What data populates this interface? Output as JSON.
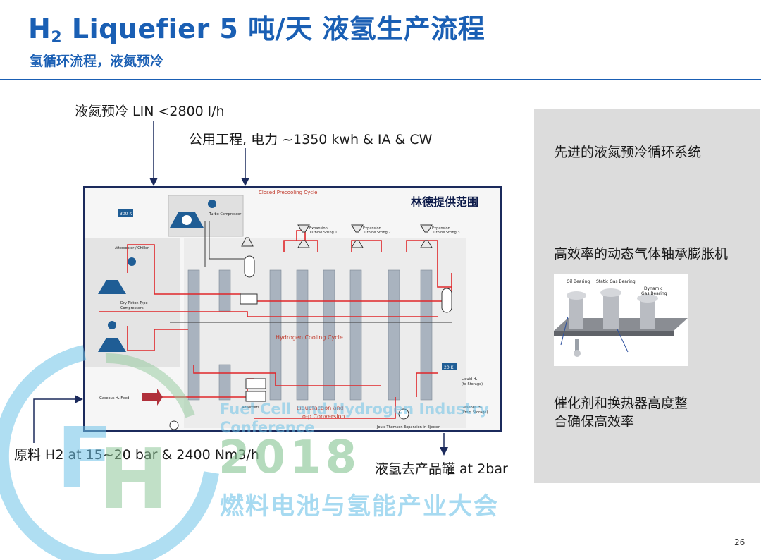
{
  "header": {
    "title_prefix": "H",
    "title_sub": "2",
    "title_rest": " Liquefier 5 吨/天 液氢生产流程",
    "subtitle": "氢循环流程，液氮预冷"
  },
  "callouts": {
    "lin": "液氮预冷 LIN <2800 l/h",
    "utility": "公用工程, 电力 ~1350 kwh & IA & CW",
    "feed": "原料 H2 at 15~20 bar & 2400 Nm3/h",
    "product": "液氢去产品罐 at 2bar",
    "scope": "林德提供范围"
  },
  "diagram": {
    "closed_precooling": "Closed Precooling Cycle",
    "temp_300k": "300 K",
    "turbo_compressor": "Turbo Compressor",
    "aftercooler": "Aftercooler / Chiller",
    "dry_piston": "Dry Piston Type",
    "compressors": "Compressors",
    "exp1": "Expansion",
    "exp1b": "Turbine String 1",
    "exp2": "Expansion",
    "exp2b": "Turbine String 2",
    "exp3": "Expansion",
    "exp3b": "Turbine String 3",
    "hydrogen_cooling": "Hydrogen Cooling Cycle",
    "temp_20k": "20 K",
    "liquid_h2": "Liquid H₂",
    "to_storage": "(to Storage)",
    "gaseous_h2": "Gaseous H₂",
    "from_storage": "(From Storage)",
    "gaseous_feed": "Gaseous H₂ Feed",
    "adsorbers": "Adsorbers",
    "liquefaction": "Liquefaction and",
    "op_conversion": "o-p Conversion",
    "jt": "Joule-Thomson  Expansion  in  Ejector"
  },
  "panel": {
    "item1": "先进的液氮预冷循环系统",
    "item2": "高效率的动态气体轴承膨胀机",
    "item3a": "催化剂和换热器高度整",
    "item3b": "合确保高效率",
    "img_oil": "Oil Bearing",
    "img_static": "Static Gas Bearing",
    "img_dynamic": "Dynamic",
    "img_dynamic2": "Gas Bearing"
  },
  "watermark": {
    "line1": "Fuel Cell and Hydrogen Industry",
    "line2": "Conference",
    "year": "2018",
    "cn": "燃料电池与氢能产业大会",
    "logo_f": "F",
    "logo_h": "H"
  },
  "footer": {
    "page": "26"
  },
  "colors": {
    "title": "#1a5fb4",
    "flow": "#e0262a",
    "border": "#1b2a5c",
    "watermark_green": "#8fc89a",
    "watermark_blue": "#6ec3e8"
  }
}
